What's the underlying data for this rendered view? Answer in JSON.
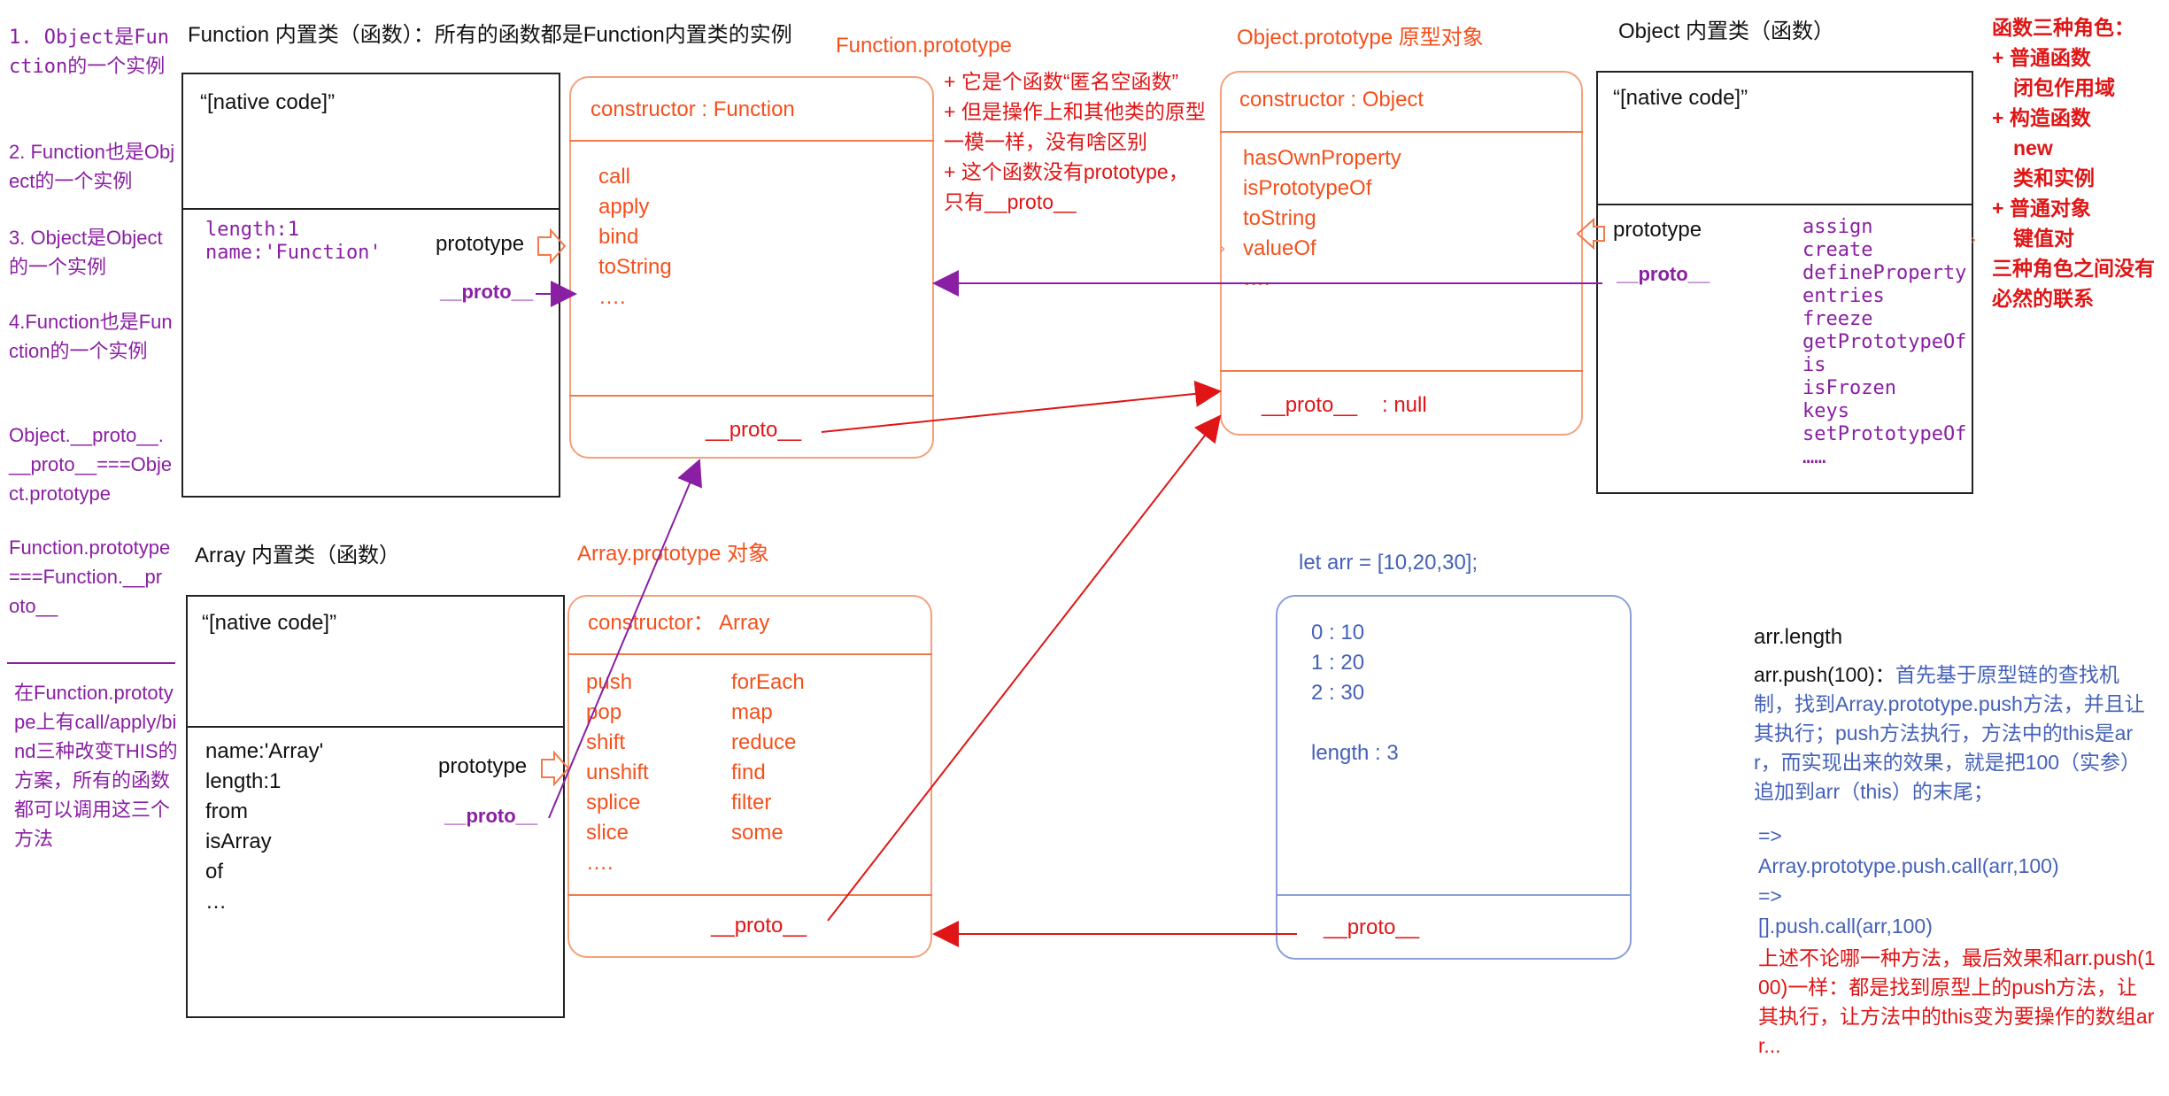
{
  "left_notes": {
    "n1": "1. Object是Function的一个实例",
    "n2": "2. Function也是Object的一个实例",
    "n3": "3. Object是Object的一个实例",
    "n4": "4.Function也是Function的一个实例",
    "n5": "Object.__proto__.__proto__===Object.prototype",
    "n6": "Function.prototype===Function.__proto__",
    "n7": "在Function.prototype上有call/apply/bind三种改变THIS的方案，所有的函数都可以调用这三个方法"
  },
  "function_class": {
    "title": "Function 内置类（函数）：所有的函数都是Function内置类的实例",
    "native": "“[native code]”",
    "props": [
      "length:1",
      "name:'Function'"
    ],
    "prototype_label": "prototype",
    "proto_label": "__proto__"
  },
  "function_prototype": {
    "title": "Function.prototype",
    "constructor": "constructor : Function",
    "methods": [
      "call",
      "apply",
      "bind",
      "toString",
      "…."
    ],
    "proto": "__proto__",
    "notes": [
      "+ 它是个函数“匿名空函数”",
      "+ 但是操作上和其他类的原型一模一样，没有啥区别",
      "+ 这个函数没有prototype，只有__proto__"
    ]
  },
  "object_prototype": {
    "title": "Object.prototype 原型对象",
    "constructor": "constructor :   Object",
    "methods": [
      "hasOwnProperty",
      "isPrototypeOf",
      "toString",
      "valueOf",
      "…."
    ],
    "proto": "__proto__",
    "proto_value": ": null"
  },
  "object_class": {
    "title": "Object 内置类（函数）",
    "native": "“[native code]”",
    "prototype_label": "prototype",
    "proto_label": "__proto__",
    "methods": [
      "assign",
      "create",
      "defineProperty",
      "entries",
      "freeze",
      "getPrototypeOf",
      "is",
      "isFrozen",
      "keys",
      "setPrototypeOf",
      "……"
    ]
  },
  "roles": {
    "lines": [
      "函数三种角色：",
      "+ 普通函数",
      "闭包作用域",
      "+ 构造函数",
      "new",
      "类和实例",
      "+ 普通对象",
      "键值对",
      "三种角色之间没有必然的联系"
    ]
  },
  "array_class": {
    "title": "Array 内置类（函数）",
    "native": "“[native code]”",
    "props": [
      "name:'Array'",
      "length:1",
      "from",
      "isArray",
      "of",
      "…"
    ],
    "prototype_label": "prototype",
    "proto_label": "__proto__"
  },
  "array_prototype": {
    "title": "Array.prototype   对象",
    "constructor": "constructor：  Array",
    "col1": [
      "push",
      "pop",
      "shift",
      "unshift",
      "splice",
      "slice",
      "…."
    ],
    "col2": [
      "forEach",
      "map",
      "reduce",
      "find",
      "filter",
      "some"
    ],
    "proto": "__proto__"
  },
  "arr_instance": {
    "title": "let arr = [10,20,30];",
    "entries": [
      "0 : 10",
      "1 : 20",
      "2 : 30"
    ],
    "length": "length : 3",
    "proto": "__proto__"
  },
  "explain": {
    "l1": "arr.length",
    "l2_black": "arr.push(100)：",
    "l2_blue": "首先基于原型链的查找机制，找到Array.prototype.push方法，并且让其执行；push方法执行，方法中的this是arr，而实现出来的效果，就是把100（实参）追加到arr（this）的末尾；",
    "l3": "=>",
    "l4": "Array.prototype.push.call(arr,100)",
    "l5": "=>",
    "l6": "[].push.call(arr,100)",
    "l7": "上述不论哪一种方法，最后效果和arr.push(100)一样：都是找到原型上的push方法，让其执行，让方法中的this变为要操作的数组arr..."
  },
  "colors": {
    "purple": "#8a1fa3",
    "orange": "#f5501c",
    "red": "#e01515",
    "blue": "#4461b8"
  }
}
